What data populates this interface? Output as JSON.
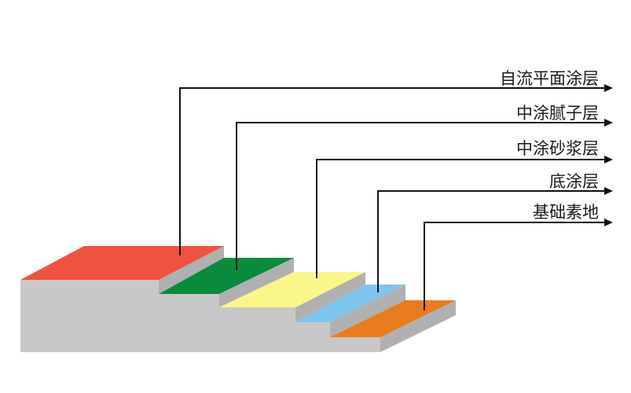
{
  "layers": [
    {
      "label": "自流平面涂层",
      "color": "#f05241"
    },
    {
      "label": "中涂腻子层",
      "color": "#0a8a3c"
    },
    {
      "label": "中涂砂浆层",
      "color": "#fbf68a"
    },
    {
      "label": "底涂层",
      "color": "#7fc4ec"
    },
    {
      "label": "基础素地",
      "color": "#e87c1e"
    }
  ],
  "colors": {
    "slab_top": "#d6d6d6",
    "slab_front": "#c8c8c8",
    "slab_side": "#b0b0b0",
    "line": "#111111"
  }
}
